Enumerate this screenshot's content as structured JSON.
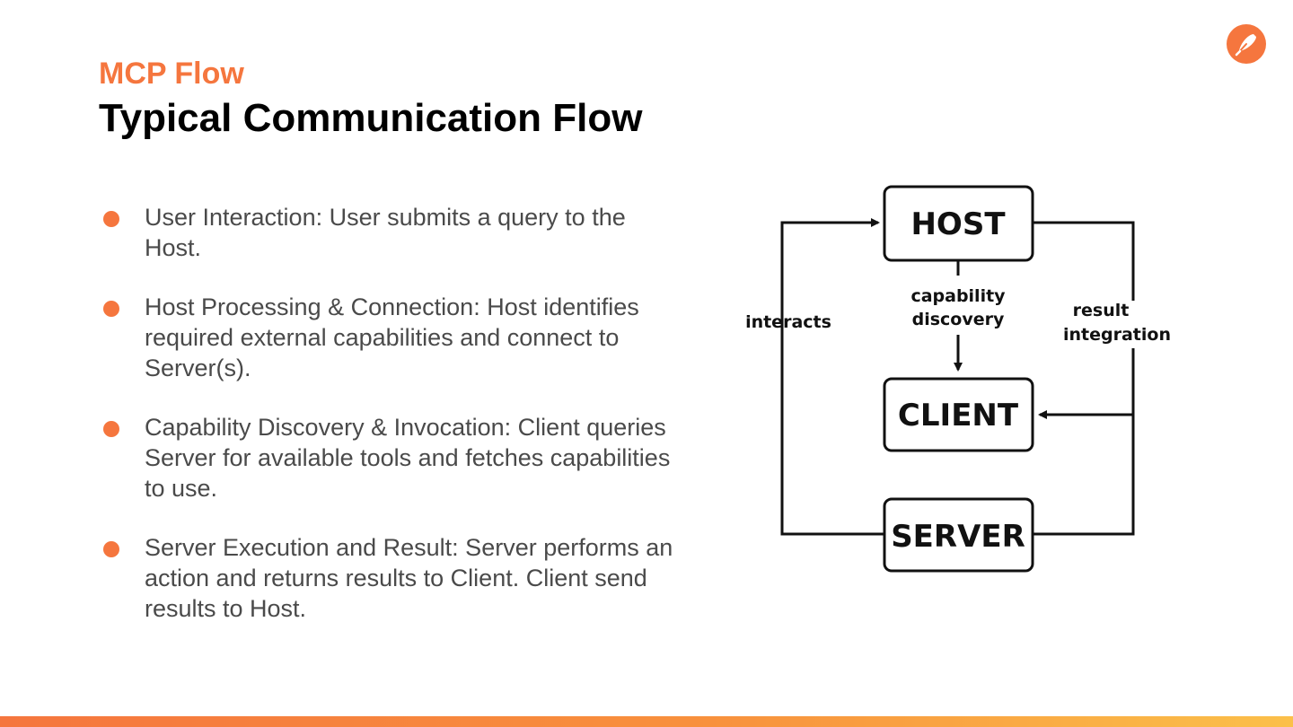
{
  "header": {
    "eyebrow": "MCP Flow",
    "title": "Typical Communication Flow"
  },
  "logo": {
    "icon": "feather-pen-icon",
    "color": "#f5763e"
  },
  "bullets": [
    "User Interaction: User submits a query to the Host.",
    "Host Processing & Connection: Host identifies required external capabilities and connect to Server(s).",
    "Capability Discovery & Invocation: Client queries Server for available tools and fetches capabilities to use.",
    "Server Execution and Result: Server performs an action and returns results to Client. Client send results to Host."
  ],
  "diagram": {
    "nodes": {
      "host": "HOST",
      "client": "CLIENT",
      "server": "SERVER"
    },
    "edges": {
      "interacts": "interacts",
      "capability_discovery": [
        "capability",
        "discovery"
      ],
      "result_integration": [
        "result",
        "integration"
      ]
    }
  },
  "colors": {
    "accent": "#f5763e",
    "title": "#000000",
    "body_text": "#4a4a4a",
    "footer_gradient": [
      "#f5763e",
      "#fbc04a"
    ]
  }
}
